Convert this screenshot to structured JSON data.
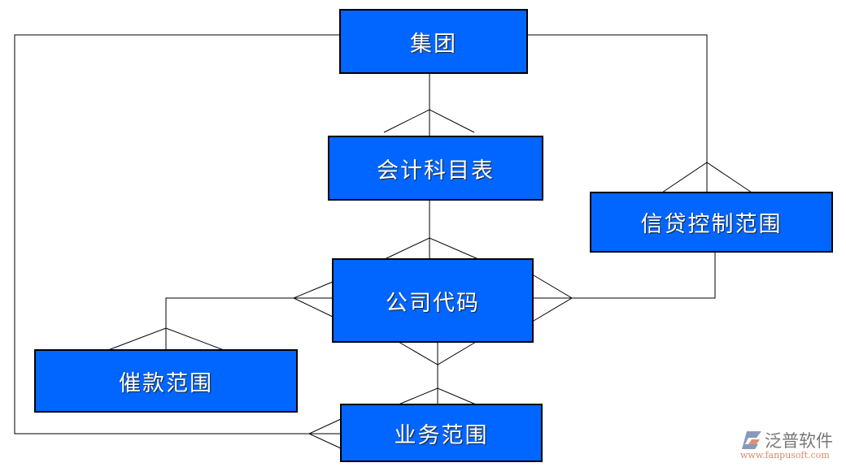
{
  "entities": {
    "group": "集团",
    "chart_of_accounts": "会计科目表",
    "credit_control_area": "信贷控制范围",
    "company_code": "公司代码",
    "dunning_area": "催款范围",
    "business_area": "业务范围"
  },
  "colors": {
    "box_fill": "#0066ff",
    "box_border": "#000000",
    "text": "#ffffff",
    "line": "#000000"
  },
  "logo": {
    "name": "泛普软件",
    "url": "www.fanpusoft.com"
  }
}
